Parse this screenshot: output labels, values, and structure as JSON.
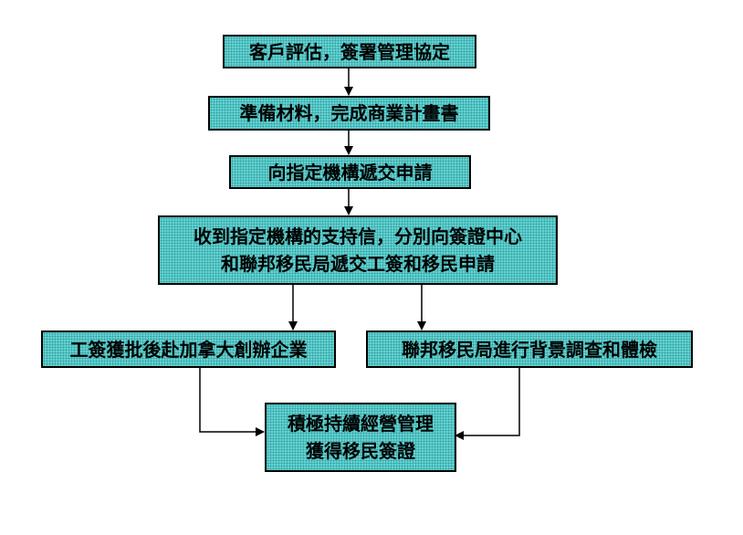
{
  "flowchart": {
    "steps": {
      "assessment": "客戶評估，簽署管理協定",
      "preparation": "準備材料，完成商業計畫書",
      "apply_designated": "向指定機構遞交申請",
      "support_letter": {
        "line1": "收到指定機構的支持信，分別向簽證中心",
        "line2": "和聯邦移民局遞交工簽和移民申請"
      },
      "work_permit": "工簽獲批後赴加拿大創辦企業",
      "background_check": "聯邦移民局進行背景調查和體檢",
      "final": {
        "line1": "積極持續經營管理",
        "line2": "獲得移民簽證"
      }
    },
    "colors": {
      "box_fill": "#5fd3d3",
      "box_dots": "#3d9c9c",
      "border": "#000000",
      "connector": "#000000"
    }
  }
}
